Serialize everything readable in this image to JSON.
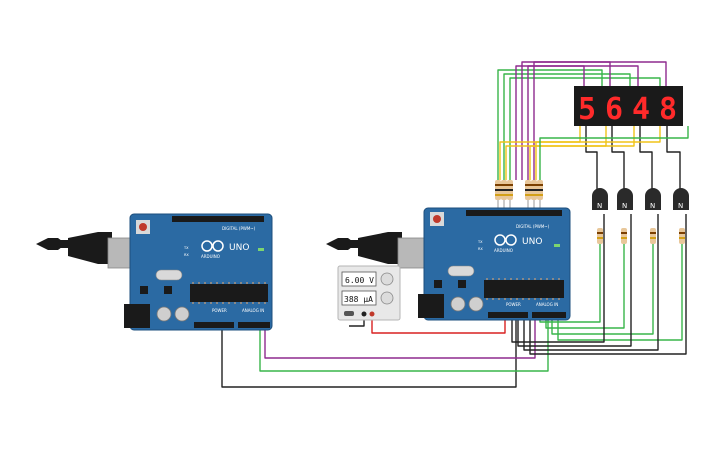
{
  "boards": [
    {
      "name": "arduino-uno-left",
      "brand": "ARDUINO",
      "model": "UNO",
      "digital_label": "DIGITAL (PWM~)",
      "power_label": "POWER",
      "analog_label": "ANALOG IN",
      "tx_label": "TX",
      "rx_label": "RX"
    },
    {
      "name": "arduino-uno-right",
      "brand": "ARDUINO",
      "model": "UNO",
      "digital_label": "DIGITAL (PWM~)",
      "power_label": "POWER",
      "analog_label": "ANALOG IN",
      "tx_label": "TX",
      "rx_label": "RX"
    }
  ],
  "display": {
    "digits": [
      "5",
      "6",
      "4",
      "8"
    ],
    "color": "#ff2a2a"
  },
  "power_supply": {
    "voltage": "6.00 V",
    "current": "388 µA"
  },
  "transistors": [
    {
      "label": "N"
    },
    {
      "label": "N"
    },
    {
      "label": "N"
    },
    {
      "label": "N"
    }
  ],
  "wire_colors": {
    "green": "#39b54a",
    "purple": "#8e2a8e",
    "black": "#222222",
    "yellow": "#f0c419",
    "red": "#d92121"
  }
}
